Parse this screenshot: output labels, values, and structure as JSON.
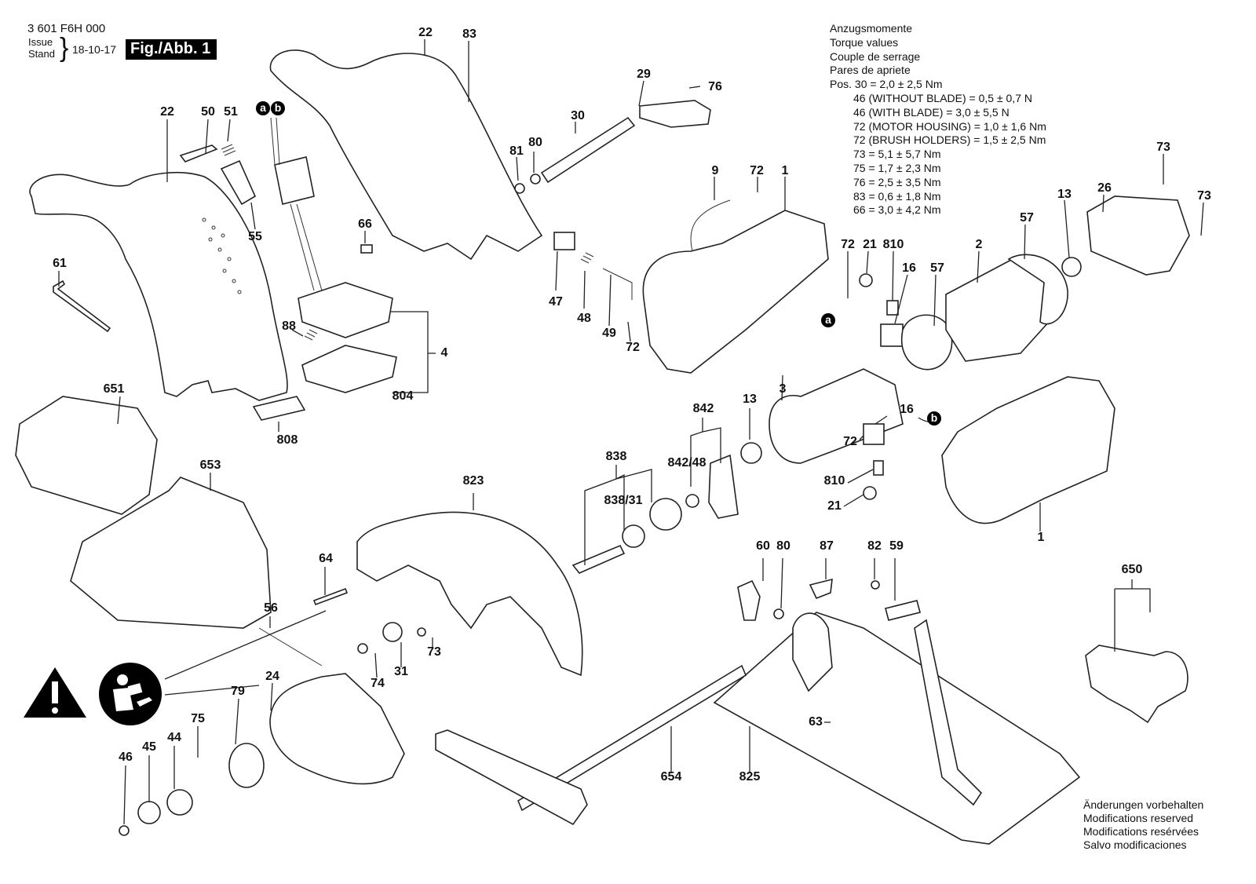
{
  "header": {
    "part_number": "3 601 F6H 000",
    "issue_label": "Issue",
    "stand_label": "Stand",
    "date": "18-10-17",
    "figure_label": "Fig./Abb. 1"
  },
  "torque_table": {
    "titles": [
      "Anzugsmomente",
      "Torque values",
      "Couple de serrage",
      "Pares de apriete"
    ],
    "first": "Pos. 30 = 2,0 ± 2,5 Nm",
    "entries": [
      "46 (WITHOUT BLADE) = 0,5 ± 0,7 N",
      "46 (WITH BLADE) = 3,0 ± 5,5 N",
      "72 (MOTOR HOUSING) = 1,0 ± 1,6 Nm",
      "72 (BRUSH HOLDERS) = 1,5 ± 2,5 Nm",
      "73 = 5,1 ± 5,7 Nm",
      "75 = 1,7 ± 2,3 Nm",
      "76 = 2,5 ± 3,5 Nm",
      "83 = 0,6 ± 1,8 Nm",
      "66 = 3,0 ± 4,2 Nm"
    ]
  },
  "footer": {
    "lines": [
      "Änderungen vorbehalten",
      "Modifications reserved",
      "Modifications resérvées",
      "Salvo modificaciones"
    ]
  },
  "connectors": {
    "a": "a",
    "b": "b"
  },
  "icons": {
    "warning": "warning-triangle-icon",
    "manual": "read-manual-icon"
  },
  "parts": {
    "p22a": "22",
    "p50": "50",
    "p51": "51",
    "p55": "55",
    "p61": "61",
    "p66": "66",
    "p88": "88",
    "p4": "4",
    "p804": "804",
    "p808": "808",
    "p651": "651",
    "p653": "653",
    "p22b": "22",
    "p83": "83",
    "p29": "29",
    "p76": "76",
    "p30": "30",
    "p81": "81",
    "p80a": "80",
    "p9": "9",
    "p72a": "72",
    "p1a": "1",
    "p47": "47",
    "p48": "48",
    "p49": "49",
    "p72b": "72",
    "p72c": "72",
    "p21a": "21",
    "p810a": "810",
    "p16a": "16",
    "p57a": "57",
    "p2": "2",
    "p57b": "57",
    "p13a": "13",
    "p26": "26",
    "p73a": "73",
    "p73b": "73",
    "p3": "3",
    "p13b": "13",
    "p842": "842",
    "p842_48": "842/48",
    "p838": "838",
    "p838_31": "838/31",
    "p16b": "16",
    "p72d": "72",
    "p810b": "810",
    "p21b": "21",
    "p1b": "1",
    "p823": "823",
    "p64": "64",
    "p56": "56",
    "p74": "74",
    "p31": "31",
    "p73c": "73",
    "p24": "24",
    "p79": "79",
    "p75": "75",
    "p44": "44",
    "p45": "45",
    "p46": "46",
    "p60": "60",
    "p80b": "80",
    "p87": "87",
    "p82": "82",
    "p59": "59",
    "p63": "63",
    "p654": "654",
    "p825": "825",
    "p650": "650"
  }
}
